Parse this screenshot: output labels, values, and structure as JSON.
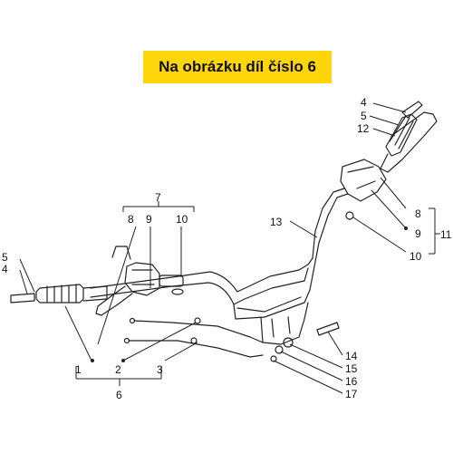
{
  "banner": {
    "text": "Na obrázku díl číslo 6",
    "color": "#ffd60a"
  },
  "diagram": {
    "callouts": [
      {
        "id": "c4top",
        "text": "4"
      },
      {
        "id": "c5top",
        "text": "5"
      },
      {
        "id": "c12",
        "text": "12"
      },
      {
        "id": "c8r",
        "text": "8"
      },
      {
        "id": "c9r",
        "text": "9"
      },
      {
        "id": "c10r",
        "text": "10"
      },
      {
        "id": "c11",
        "text": "11"
      },
      {
        "id": "c13",
        "text": "13"
      },
      {
        "id": "c7",
        "text": "7"
      },
      {
        "id": "c8l",
        "text": "8"
      },
      {
        "id": "c9l",
        "text": "9"
      },
      {
        "id": "c10l",
        "text": "10"
      },
      {
        "id": "c5l",
        "text": "5"
      },
      {
        "id": "c4l",
        "text": "4"
      },
      {
        "id": "c1",
        "text": "1"
      },
      {
        "id": "c2",
        "text": "2"
      },
      {
        "id": "c3",
        "text": "3"
      },
      {
        "id": "c6",
        "text": "6"
      },
      {
        "id": "c14",
        "text": "14"
      },
      {
        "id": "c15",
        "text": "15"
      },
      {
        "id": "c16",
        "text": "16"
      },
      {
        "id": "c17",
        "text": "17"
      }
    ]
  }
}
